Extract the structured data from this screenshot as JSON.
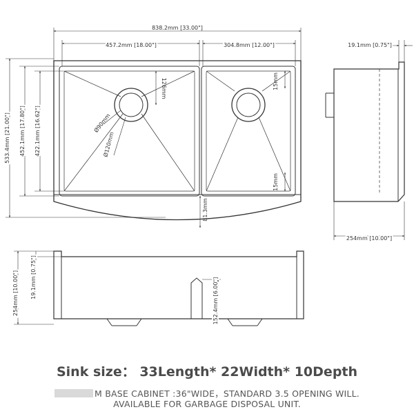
{
  "dimensions": {
    "overall_length": "838.2mm [33.00\"]",
    "left_bowl_length": "457.2mm [18.00\"]",
    "right_bowl_length": "304.8mm [12.00\"]",
    "overall_width": "533.4mm [21.00\"]",
    "width_452": "452.1mm [17.80\"]",
    "width_422": "422.1mm [16.62\"]",
    "drain_offset_126": "126mm",
    "drain_diameter_90": "Ø90mm",
    "drain_diameter_120": "Ø120mm",
    "offset_15_top": "15mm",
    "offset_15_bottom": "15mm",
    "apron_81": "81.3mm",
    "rim_thickness": "19.1mm [0.75\"]",
    "side_depth": "254mm [10.00\"]",
    "front_depth": "254mm [10.00\"]",
    "front_rim": "19.1mm [0.75\"]",
    "divider_height": "152.4mm [6.00\"]"
  },
  "caption": {
    "title": "Sink size： 33Length* 22Width* 10Depth",
    "line1": "M BASE CABINET :36\"WIDE，STANDARD 3.5 OPENING WILL.",
    "line2": "AVAILABLE FOR GARBAGE DISPOSAL UNIT."
  }
}
